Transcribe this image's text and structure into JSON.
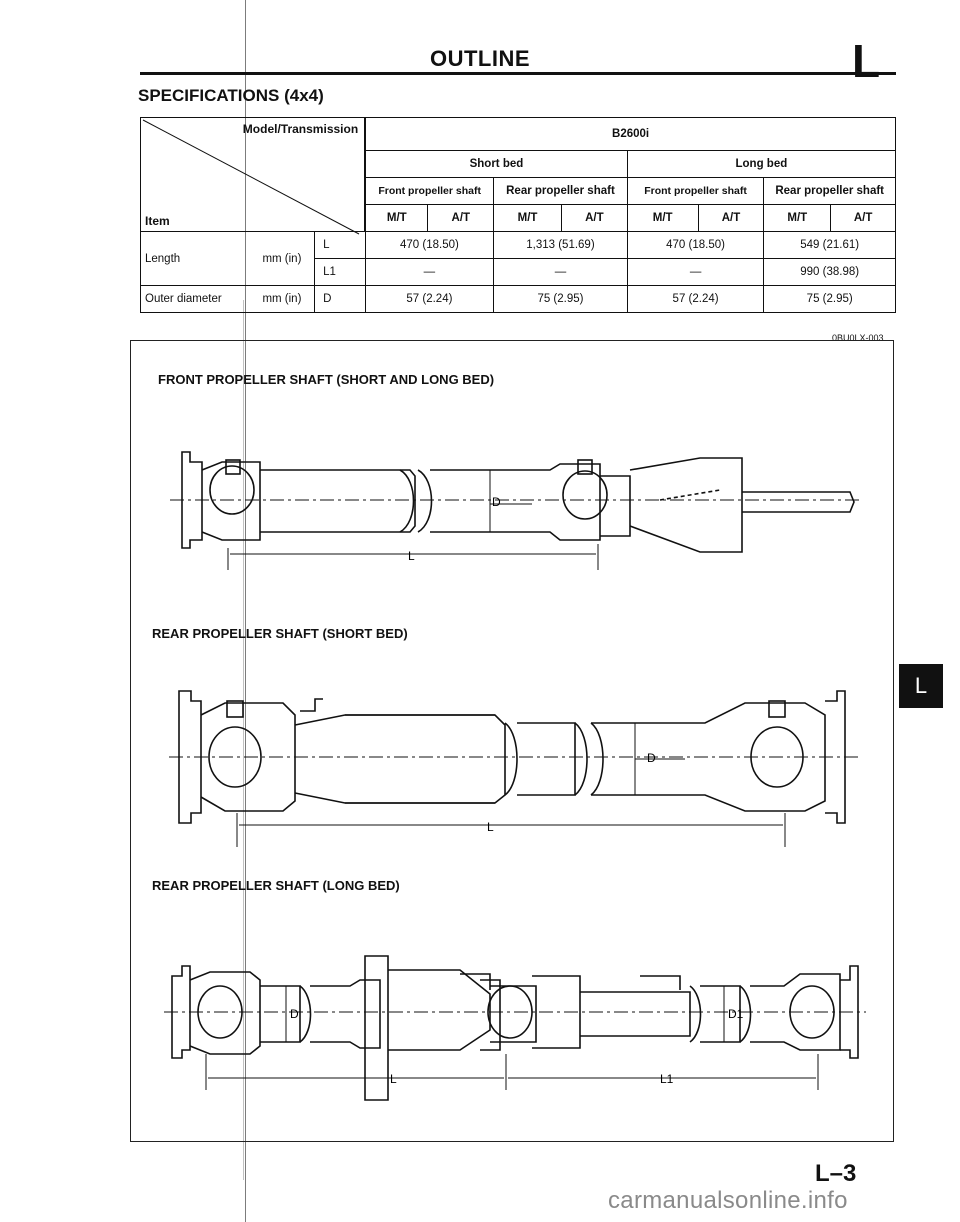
{
  "header": {
    "title": "OUTLINE",
    "section_letter": "L"
  },
  "section_title": "SPECIFICATIONS (4x4)",
  "table": {
    "corner_top": "Model/Transmission",
    "corner_bottom": "Item",
    "model": "B2600i",
    "beds": [
      "Short bed",
      "Long bed"
    ],
    "shafts": [
      "Front propeller shaft",
      "Rear propeller shaft",
      "Front propeller shaft",
      "Rear propeller shaft"
    ],
    "trans": [
      "M/T",
      "A/T",
      "M/T",
      "A/T",
      "M/T",
      "A/T",
      "M/T",
      "A/T"
    ],
    "rows": [
      {
        "item": "Length",
        "unit": "mm (in)",
        "sym": "L",
        "values": [
          "470 (18.50)",
          "1,313 (51.69)",
          "470 (18.50)",
          "549 (21.61)"
        ]
      },
      {
        "sym": "L1",
        "values": [
          "—",
          "—",
          "—",
          "990 (38.98)"
        ]
      },
      {
        "item": "Outer diameter",
        "unit": "mm (in)",
        "sym": "D",
        "values": [
          "57 (2.24)",
          "75 (2.95)",
          "57 (2.24)",
          "75 (2.95)"
        ]
      }
    ],
    "code": "0BU0LX-003"
  },
  "figures": {
    "front_title": "FRONT PROPELLER SHAFT (SHORT AND LONG BED)",
    "rear_short_title": "REAR PROPELLER SHAFT (SHORT BED)",
    "rear_long_title": "REAR PROPELLER SHAFT (LONG BED)",
    "dim_L": "L",
    "dim_D": "D",
    "dim_L1": "L1",
    "dim_D1": "D1"
  },
  "tab_marker": "L",
  "page_number": "L–3",
  "watermark": "carmanualsonline.info"
}
